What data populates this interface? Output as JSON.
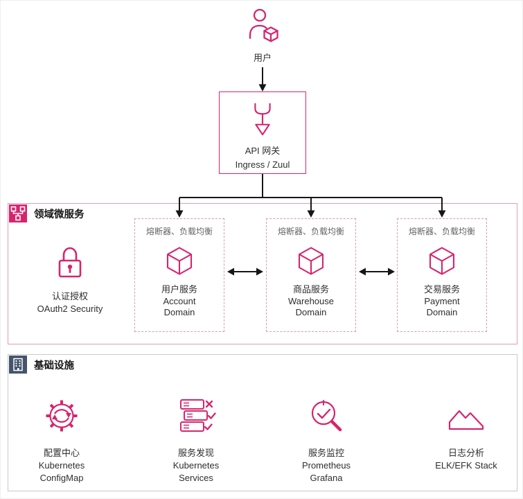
{
  "diagram": {
    "user": {
      "label": "用户"
    },
    "gateway": {
      "title": "API 网关",
      "subtitle": "Ingress / Zuul"
    },
    "domain": {
      "header": "领域微服务",
      "auth": {
        "zh": "认证授权",
        "en": "OAuth2 Security"
      },
      "services": [
        {
          "badge": "熔断器、负载均衡",
          "zh": "用户服务",
          "en": [
            "Account",
            "Domain"
          ]
        },
        {
          "badge": "熔断器、负载均衡",
          "zh": "商品服务",
          "en": [
            "Warehouse",
            "Domain"
          ]
        },
        {
          "badge": "熔断器、负载均衡",
          "zh": "交易服务",
          "en": [
            "Payment",
            "Domain"
          ]
        }
      ]
    },
    "infrastructure": {
      "header": "基础设施",
      "items": [
        {
          "lines": [
            "配置中心",
            "Kubernetes",
            "ConfigMap"
          ]
        },
        {
          "lines": [
            "服务发现",
            "Kubernetes",
            "Services"
          ]
        },
        {
          "lines": [
            "服务监控",
            "Prometheus",
            "Grafana"
          ]
        },
        {
          "lines": [
            "日志分析",
            "ELK/EFK Stack"
          ]
        }
      ]
    },
    "colors": {
      "accent_pink": "#d6246e",
      "infra_slate": "#44546c",
      "arrow_black": "#161616"
    }
  }
}
